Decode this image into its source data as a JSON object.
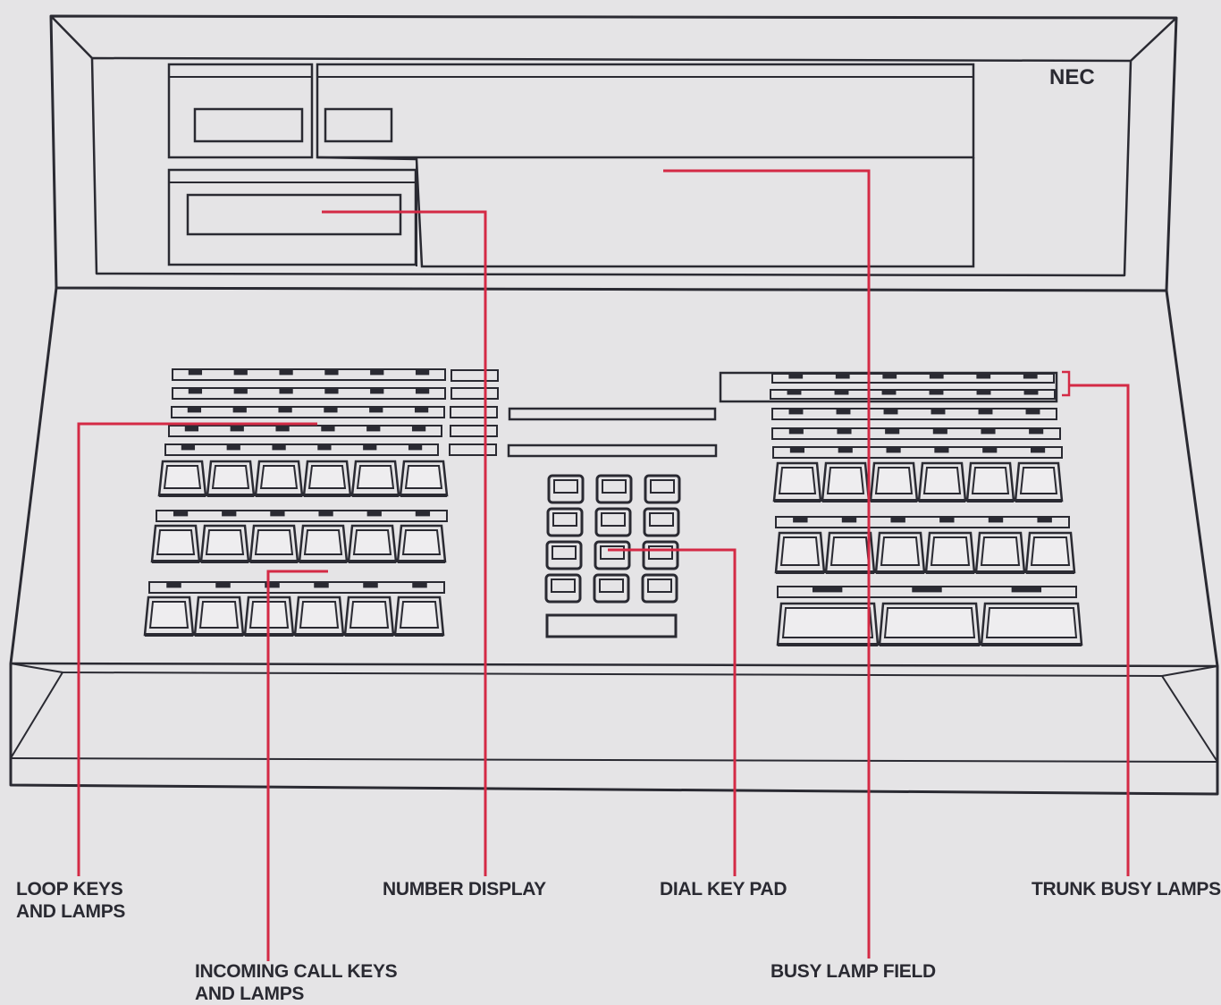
{
  "brand": "NEC",
  "labels": {
    "loop_keys": "LOOP KEYS\nAND LAMPS",
    "incoming_call": "INCOMING CALL KEYS\nAND LAMPS",
    "number_display": "NUMBER DISPLAY",
    "dial_key_pad": "DIAL KEY PAD",
    "busy_lamp_field": "BUSY LAMP FIELD",
    "trunk_busy_lamps": "TRUNK BUSY LAMPS"
  },
  "colors": {
    "background": "#e5e4e6",
    "outline": "#2a2a32",
    "leader": "#d42a45"
  }
}
